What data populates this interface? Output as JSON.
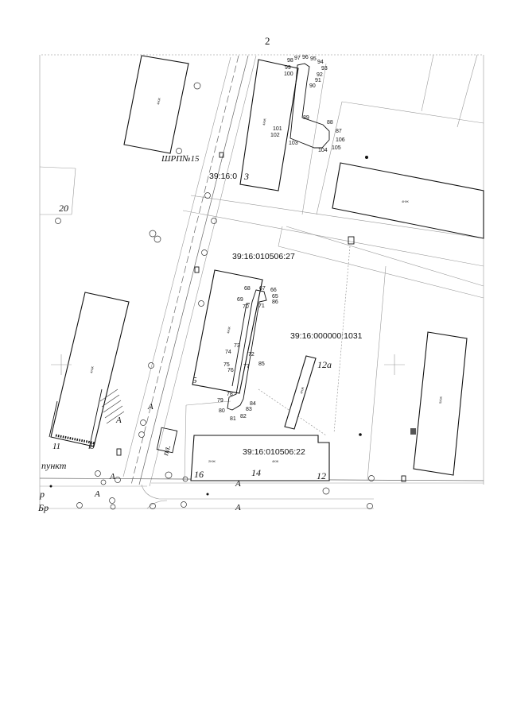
{
  "page_number": "2",
  "parcels": {
    "p1": "39:16:0",
    "p2": "39:16:010506:27",
    "p3": "39:16:000000:1031",
    "p4": "39:16:010506:22"
  },
  "street_labels": {
    "trp": "ШРП№15",
    "n20": "20",
    "n3": "3",
    "n5": "5",
    "n12a": "12а",
    "n16": "16",
    "n14": "14",
    "n12": "12",
    "nA1": "А",
    "nA2": "А",
    "nA3": "А",
    "nA4": "А",
    "nA5": "А",
    "nA6": "А",
    "pl": "пл.",
    "punkt": "пункт",
    "r": "р",
    "br": "Бр",
    "n11": "11",
    "n8": "8"
  },
  "building_labels": {
    "b1": "4НЖ",
    "b2": "4НЖ",
    "b3": "4НЖ",
    "b4": "4НЖ",
    "b5": "4НЖ",
    "b6": "4НЖ",
    "b7": "5НЖ",
    "b8": "2НЖ",
    "b9": "4КЖ"
  },
  "points_top": [
    "98",
    "97",
    "96",
    "95",
    "94",
    "93",
    "99",
    "92",
    "100",
    "91",
    "90",
    "89",
    "88",
    "101",
    "87",
    "102",
    "106",
    "103",
    "104",
    "105"
  ],
  "points_mid": [
    "67",
    "68",
    "66",
    "69",
    "65",
    "70",
    "86",
    "71",
    "73",
    "74",
    "72",
    "75",
    "85",
    "76",
    "77",
    "78",
    "79",
    "84",
    "80",
    "83",
    "81",
    "82"
  ]
}
